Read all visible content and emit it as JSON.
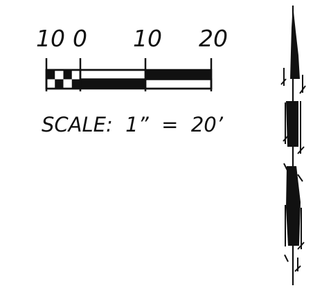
{
  "scale_bar": {
    "tick_labels": [
      "10",
      "0",
      "10",
      "20"
    ],
    "caption": "SCALE:  1”  =  20’"
  },
  "colors": {
    "ink": "#111111",
    "paper": "#ffffff"
  },
  "icons": {
    "north_arrow": "north-arrow-icon"
  }
}
